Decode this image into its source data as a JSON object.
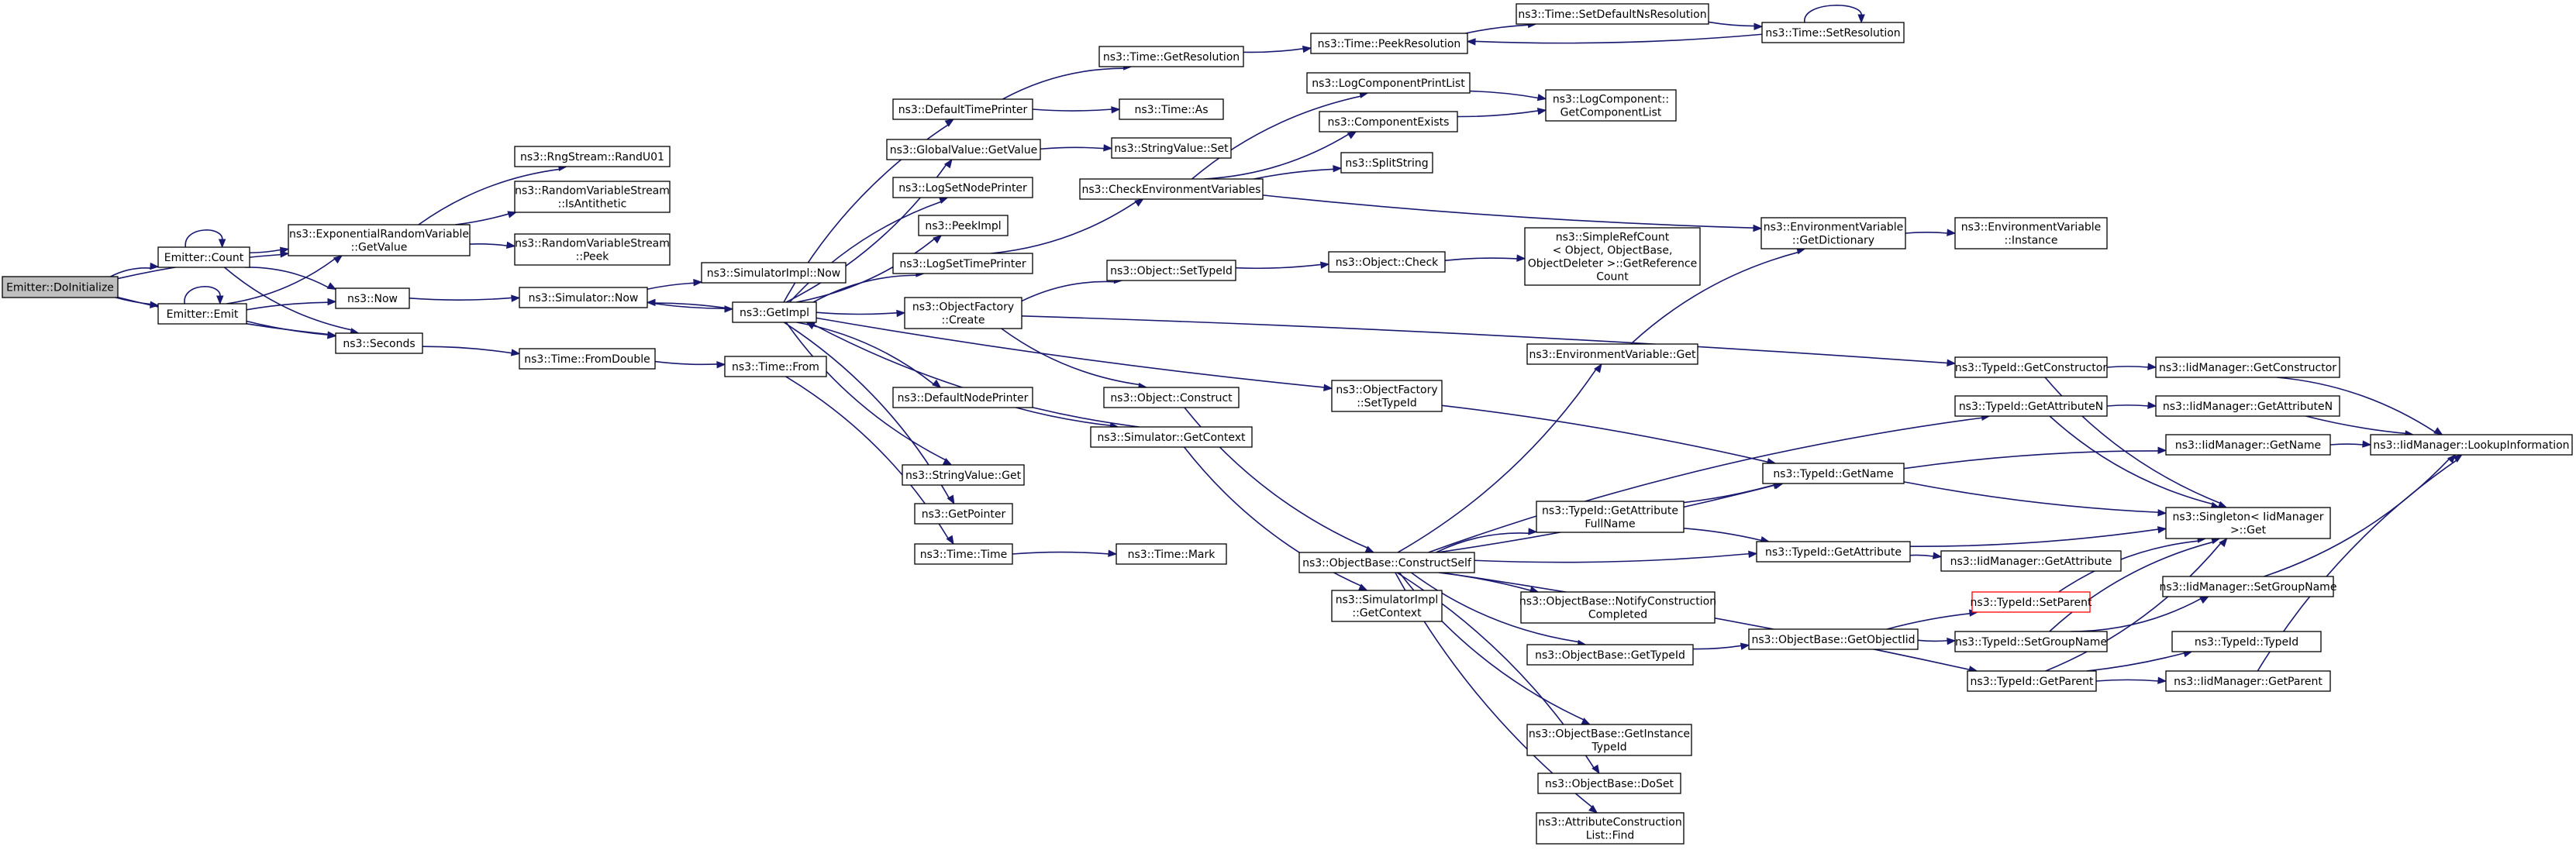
{
  "colors": {
    "edge": "#191970",
    "node_border": "#000000",
    "root_fill": "#bfbfbf",
    "highlight_border": "#ff0000",
    "background": "#ffffff"
  },
  "nodes": [
    {
      "id": "root",
      "lines": [
        "Emitter::DoInitialize"
      ],
      "kind": "root"
    },
    {
      "id": "count",
      "lines": [
        "Emitter::Count"
      ]
    },
    {
      "id": "emit",
      "lines": [
        "Emitter::Emit"
      ]
    },
    {
      "id": "erv",
      "lines": [
        "ns3::ExponentialRandomVariable",
        "::GetValue"
      ]
    },
    {
      "id": "now",
      "lines": [
        "ns3::Now"
      ]
    },
    {
      "id": "seconds",
      "lines": [
        "ns3::Seconds"
      ]
    },
    {
      "id": "rand",
      "lines": [
        "ns3::RngStream::RandU01"
      ]
    },
    {
      "id": "isanti",
      "lines": [
        "ns3::RandomVariableStream",
        "::IsAntithetic"
      ]
    },
    {
      "id": "peek",
      "lines": [
        "ns3::RandomVariableStream",
        "::Peek"
      ]
    },
    {
      "id": "simimplnow",
      "lines": [
        "ns3::SimulatorImpl::Now"
      ]
    },
    {
      "id": "simnow",
      "lines": [
        "ns3::Simulator::Now"
      ]
    },
    {
      "id": "fromdouble",
      "lines": [
        "ns3::Time::FromDouble"
      ]
    },
    {
      "id": "getimpl",
      "lines": [
        "ns3::GetImpl"
      ]
    },
    {
      "id": "timefrom",
      "lines": [
        "ns3::Time::From"
      ]
    },
    {
      "id": "dtp",
      "lines": [
        "ns3::DefaultTimePrinter"
      ]
    },
    {
      "id": "gvget",
      "lines": [
        "ns3::GlobalValue::GetValue"
      ]
    },
    {
      "id": "lsnp",
      "lines": [
        "ns3::LogSetNodePrinter"
      ]
    },
    {
      "id": "peekimpl",
      "lines": [
        "ns3::PeekImpl"
      ]
    },
    {
      "id": "lstp",
      "lines": [
        "ns3::LogSetTimePrinter"
      ]
    },
    {
      "id": "ofcreate",
      "lines": [
        "ns3::ObjectFactory",
        "::Create"
      ]
    },
    {
      "id": "dnp",
      "lines": [
        "ns3::DefaultNodePrinter"
      ]
    },
    {
      "id": "svget",
      "lines": [
        "ns3::StringValue::Get"
      ]
    },
    {
      "id": "getpointer",
      "lines": [
        "ns3::GetPointer"
      ]
    },
    {
      "id": "timetime",
      "lines": [
        "ns3::Time::Time"
      ]
    },
    {
      "id": "getres",
      "lines": [
        "ns3::Time::GetResolution"
      ]
    },
    {
      "id": "timeas",
      "lines": [
        "ns3::Time::As"
      ]
    },
    {
      "id": "svset",
      "lines": [
        "ns3::StringValue::Set"
      ]
    },
    {
      "id": "cev",
      "lines": [
        "ns3::CheckEnvironmentVariables"
      ]
    },
    {
      "id": "objsettid",
      "lines": [
        "ns3::Object::SetTypeId"
      ]
    },
    {
      "id": "objconstruct",
      "lines": [
        "ns3::Object::Construct"
      ]
    },
    {
      "id": "simgetctx",
      "lines": [
        "ns3::Simulator::GetContext"
      ]
    },
    {
      "id": "timemark",
      "lines": [
        "ns3::Time::Mark"
      ]
    },
    {
      "id": "peekres",
      "lines": [
        "ns3::Time::PeekResolution"
      ]
    },
    {
      "id": "setdefns",
      "lines": [
        "ns3::Time::SetDefaultNsResolution"
      ]
    },
    {
      "id": "setres",
      "lines": [
        "ns3::Time::SetResolution"
      ]
    },
    {
      "id": "lcpl",
      "lines": [
        "ns3::LogComponentPrintList"
      ]
    },
    {
      "id": "compexists",
      "lines": [
        "ns3::ComponentExists"
      ]
    },
    {
      "id": "lcgcl",
      "lines": [
        "ns3::LogComponent::",
        "GetComponentList"
      ]
    },
    {
      "id": "splitstring",
      "lines": [
        "ns3::SplitString"
      ]
    },
    {
      "id": "objcheck",
      "lines": [
        "ns3::Object::Check"
      ]
    },
    {
      "id": "srcgrc",
      "lines": [
        "ns3::SimpleRefCount",
        "< Object, ObjectBase,",
        "ObjectDeleter >::GetReference",
        "Count"
      ]
    },
    {
      "id": "evgetdict",
      "lines": [
        "ns3::EnvironmentVariable",
        "::GetDictionary"
      ]
    },
    {
      "id": "evinst",
      "lines": [
        "ns3::EnvironmentVariable",
        "::Instance"
      ]
    },
    {
      "id": "evget",
      "lines": [
        "ns3::EnvironmentVariable::Get"
      ]
    },
    {
      "id": "ofsettid",
      "lines": [
        "ns3::ObjectFactory",
        "::SetTypeId"
      ]
    },
    {
      "id": "obcs",
      "lines": [
        "ns3::ObjectBase::ConstructSelf"
      ]
    },
    {
      "id": "simimplctx",
      "lines": [
        "ns3::SimulatorImpl",
        "::GetContext"
      ]
    },
    {
      "id": "tidgetctor",
      "lines": [
        "ns3::TypeId::GetConstructor"
      ]
    },
    {
      "id": "tidgetattrn",
      "lines": [
        "ns3::TypeId::GetAttributeN"
      ]
    },
    {
      "id": "tidgetname",
      "lines": [
        "ns3::TypeId::GetName"
      ]
    },
    {
      "id": "tidgafn",
      "lines": [
        "ns3::TypeId::GetAttribute",
        "FullName"
      ]
    },
    {
      "id": "tidgetattr",
      "lines": [
        "ns3::TypeId::GetAttribute"
      ]
    },
    {
      "id": "obnotify",
      "lines": [
        "ns3::ObjectBase::NotifyConstruction",
        "Completed"
      ]
    },
    {
      "id": "obgettid",
      "lines": [
        "ns3::ObjectBase::GetTypeId"
      ]
    },
    {
      "id": "obgetoid",
      "lines": [
        "ns3::ObjectBase::GetObjectIid"
      ]
    },
    {
      "id": "tidsetparent",
      "lines": [
        "ns3::TypeId::SetParent"
      ],
      "kind": "red"
    },
    {
      "id": "tidsetgroup",
      "lines": [
        "ns3::TypeId::SetGroupName"
      ]
    },
    {
      "id": "tidgetparent",
      "lines": [
        "ns3::TypeId::GetParent"
      ]
    },
    {
      "id": "obgit",
      "lines": [
        "ns3::ObjectBase::GetInstance",
        "TypeId"
      ]
    },
    {
      "id": "obdoset",
      "lines": [
        "ns3::ObjectBase::DoSet"
      ]
    },
    {
      "id": "acl",
      "lines": [
        "ns3::AttributeConstruction",
        "List::Find"
      ]
    },
    {
      "id": "iidgetctor",
      "lines": [
        "ns3::IidManager::GetConstructor"
      ]
    },
    {
      "id": "iidgetattrn",
      "lines": [
        "ns3::IidManager::GetAttributeN"
      ]
    },
    {
      "id": "iidgetname",
      "lines": [
        "ns3::IidManager::GetName"
      ]
    },
    {
      "id": "singleton",
      "lines": [
        "ns3::Singleton< IidManager",
        ">::Get"
      ]
    },
    {
      "id": "iidgetattr",
      "lines": [
        "ns3::IidManager::GetAttribute"
      ]
    },
    {
      "id": "iidsetgroup",
      "lines": [
        "ns3::IidManager::SetGroupName"
      ]
    },
    {
      "id": "tidtid",
      "lines": [
        "ns3::TypeId::TypeId"
      ]
    },
    {
      "id": "iidgetparent",
      "lines": [
        "ns3::IidManager::GetParent"
      ]
    },
    {
      "id": "iidlookup",
      "lines": [
        "ns3::IidManager::LookupInformation"
      ]
    }
  ]
}
